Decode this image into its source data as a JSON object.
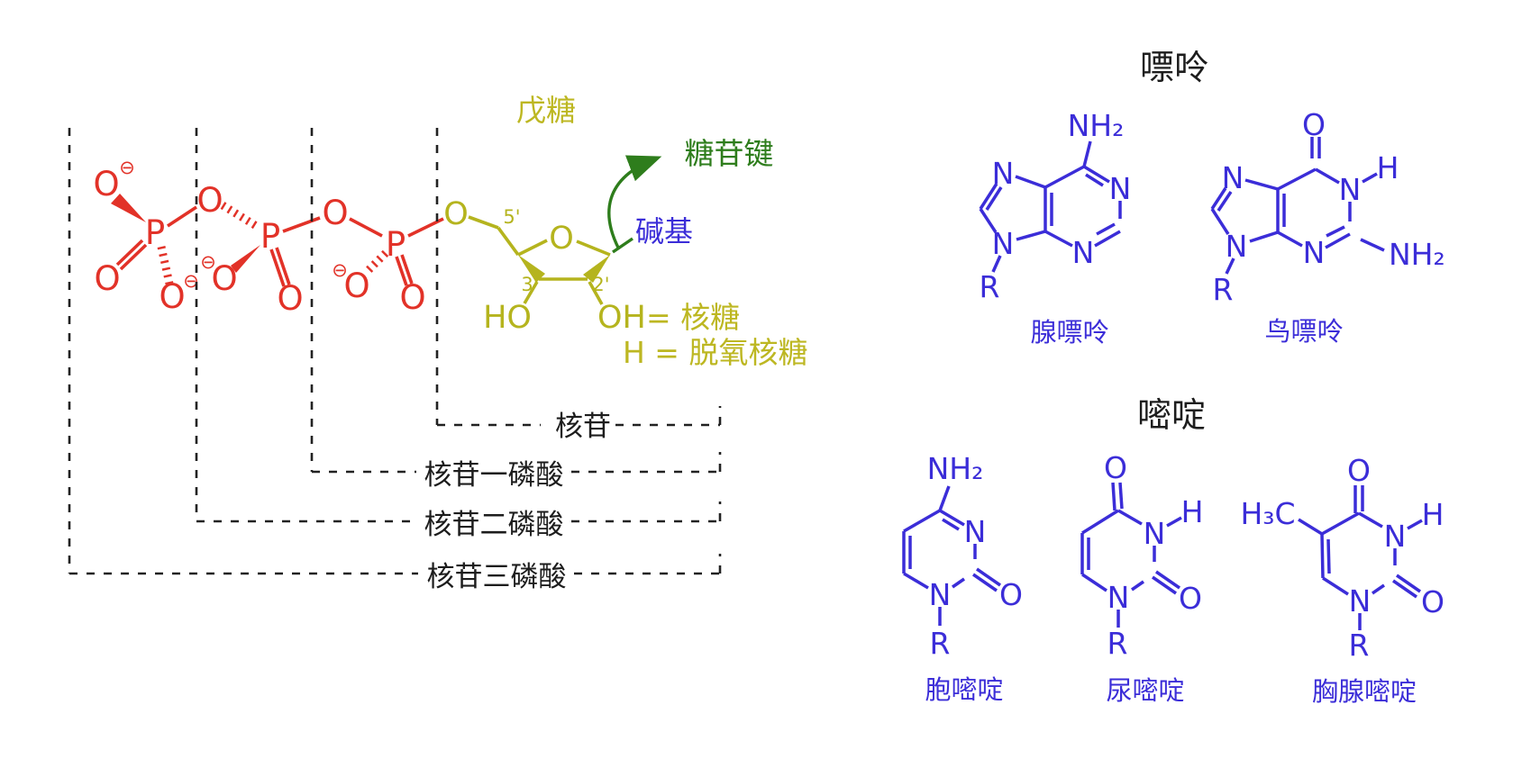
{
  "colors": {
    "phosphate_red": "#e23228",
    "sugar_olive": "#b5b41e",
    "glycosidic_green": "#2e7d1c",
    "base_blue": "#3b2dd8",
    "annotation_black": "#1d1d1d"
  },
  "symbols": {
    "P": "P",
    "O": "O",
    "N": "N",
    "H": "H",
    "R": "R",
    "HO": "HO",
    "OH": "OH",
    "NH2": "NH₂",
    "H3C": "H₃C",
    "minus": "⊖"
  },
  "left": {
    "pentose_label": "戊糖",
    "glycosidic_bond_label": "糖苷键",
    "base_label": "碱基",
    "ribose_note": "= 核糖",
    "deoxyribose_note": "H = 脱氧核糖",
    "prime5": "5'",
    "prime3": "3'",
    "prime2": "2'",
    "brackets": [
      {
        "label": "核苷"
      },
      {
        "label": "核苷一磷酸"
      },
      {
        "label": "核苷二磷酸"
      },
      {
        "label": "核苷三磷酸"
      }
    ]
  },
  "right": {
    "purines": {
      "title": "嘌呤",
      "molecules": [
        {
          "name": "腺嘌呤"
        },
        {
          "name": "鸟嘌呤"
        }
      ]
    },
    "pyrimidines": {
      "title": "嘧啶",
      "molecules": [
        {
          "name": "胞嘧啶"
        },
        {
          "name": "尿嘧啶"
        },
        {
          "name": "胸腺嘧啶"
        }
      ]
    }
  }
}
